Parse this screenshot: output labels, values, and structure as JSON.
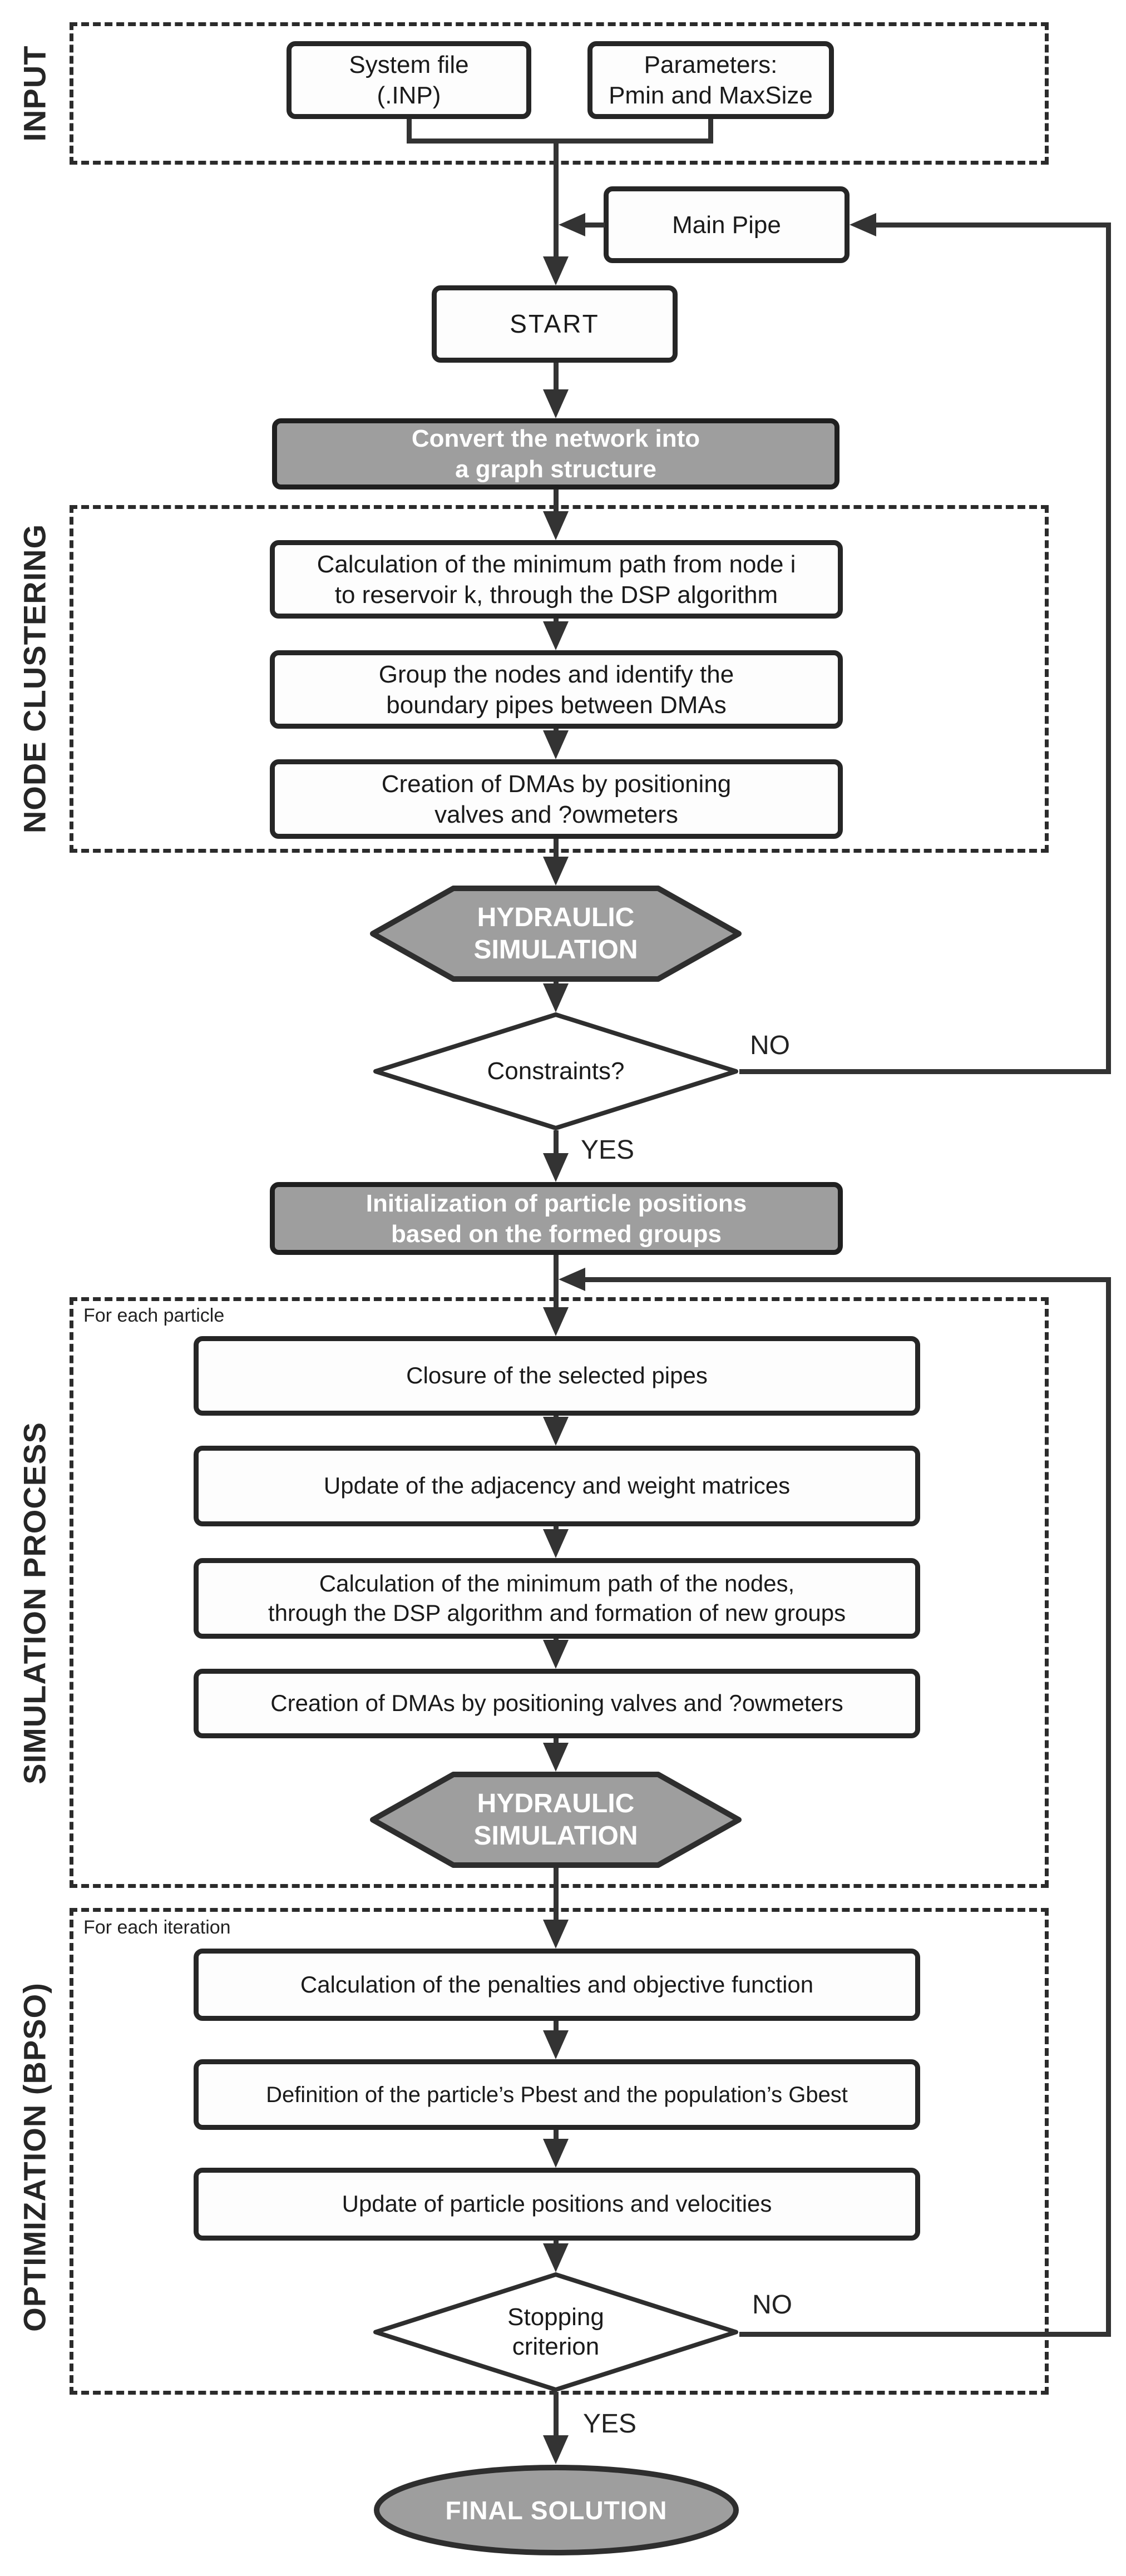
{
  "colors": {
    "shape_gray": "#9E9E9E",
    "line_color": "#333333",
    "border_color": "#262626"
  },
  "sections": {
    "input": {
      "label": "INPUT"
    },
    "node_clustering": {
      "label": "NODE CLUSTERING"
    },
    "simulation_process": {
      "label": "SIMULATION PROCESS",
      "loop_label": "For each particle"
    },
    "optimization": {
      "label": "OPTIMIZATION (BPSO)",
      "loop_label": "For each iteration"
    }
  },
  "nodes": {
    "system_file": "System file\n(.INP)",
    "parameters": "Parameters:\nPmin and MaxSize",
    "main_pipe": "Main Pipe",
    "start": "START",
    "convert_graph": "Convert the network into\na graph structure",
    "nc_min_path": "Calculation of the minimum path from node i\nto reservoir k, through the DSP algorithm",
    "nc_group_nodes": "Group the nodes and identify the\nboundary pipes between DMAs",
    "nc_create_dmas": "Creation of DMAs by positioning\nvalves and ?owmeters",
    "hydraulic_simulation": "HYDRAULIC\nSIMULATION",
    "constraints": "Constraints?",
    "init_particles": "Initialization of particle positions\nbased on the formed groups",
    "sp_closure": "Closure of the selected pipes",
    "sp_update_matrices": "Update of the adjacency and weight matrices",
    "sp_min_path": "Calculation of the minimum path of the nodes,\nthrough the DSP algorithm and formation of new groups",
    "sp_create_dmas": "Creation of DMAs by positioning valves and ?owmeters",
    "opt_penalties": "Calculation of the penalties and objective function",
    "opt_best": "Definition of the particle’s Pbest and the population’s Gbest",
    "opt_update": "Update of particle positions and velocities",
    "stopping": "Stopping\ncriterion",
    "final": "FINAL SOLUTION"
  },
  "edge_labels": {
    "no": "NO",
    "yes": "YES"
  }
}
